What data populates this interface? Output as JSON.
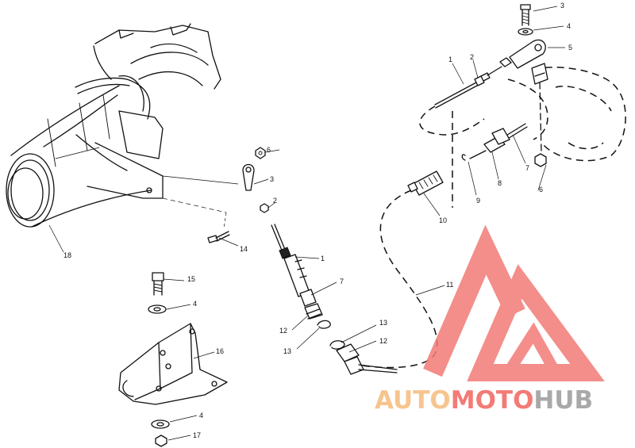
{
  "diagram": {
    "callouts": [
      {
        "id": "c1a",
        "text": "1"
      },
      {
        "id": "c2a",
        "text": "2"
      },
      {
        "id": "c3a",
        "text": "3"
      },
      {
        "id": "c4a",
        "text": "4"
      },
      {
        "id": "c5a",
        "text": "5"
      },
      {
        "id": "c6a",
        "text": "6"
      },
      {
        "id": "c7a",
        "text": "7"
      },
      {
        "id": "c8a",
        "text": "8"
      },
      {
        "id": "c9a",
        "text": "9"
      },
      {
        "id": "c10a",
        "text": "10"
      },
      {
        "id": "c11a",
        "text": "11"
      },
      {
        "id": "c6b",
        "text": "6"
      },
      {
        "id": "c3b",
        "text": "3"
      },
      {
        "id": "c2b",
        "text": "2"
      },
      {
        "id": "c14a",
        "text": "14"
      },
      {
        "id": "c18a",
        "text": "18"
      },
      {
        "id": "c1b",
        "text": "1"
      },
      {
        "id": "c7b",
        "text": "7"
      },
      {
        "id": "c12a",
        "text": "12"
      },
      {
        "id": "c13a",
        "text": "13"
      },
      {
        "id": "c13b",
        "text": "13"
      },
      {
        "id": "c12b",
        "text": "12"
      },
      {
        "id": "c15a",
        "text": "15"
      },
      {
        "id": "c4b",
        "text": "4"
      },
      {
        "id": "c16a",
        "text": "16"
      },
      {
        "id": "c4c",
        "text": "4"
      },
      {
        "id": "c17a",
        "text": "17"
      }
    ]
  },
  "watermark": {
    "word_part1": "AUTO",
    "word_part2": "MOTO",
    "word_part3": "HUB",
    "color_part1": "#f6c58f",
    "color_part2": "#f27b76",
    "color_part3": "#a9a9a9",
    "logo_color": "#f27b76"
  }
}
